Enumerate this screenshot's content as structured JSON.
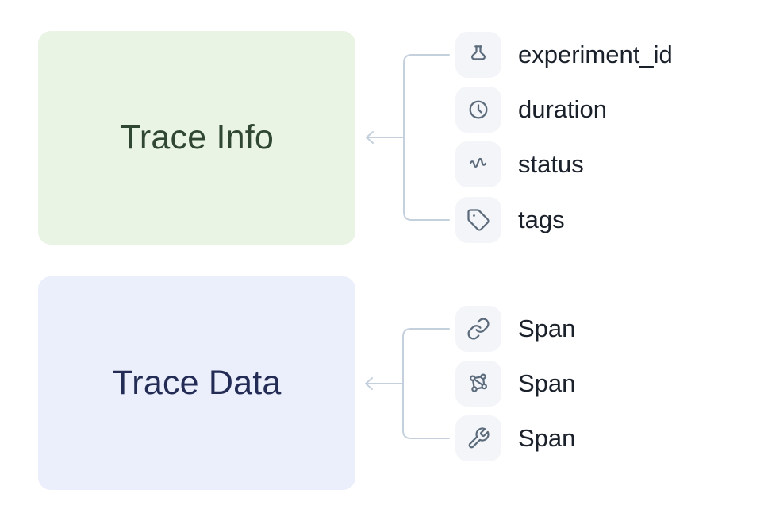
{
  "diagram": {
    "groups": [
      {
        "title": "Trace Info",
        "box_color": "#e9f4e5",
        "title_color": "#2f4733",
        "items": [
          {
            "icon": "flask-icon",
            "label": "experiment_id"
          },
          {
            "icon": "clock-icon",
            "label": "duration"
          },
          {
            "icon": "waveform-icon",
            "label": "status"
          },
          {
            "icon": "tag-icon",
            "label": "tags"
          }
        ]
      },
      {
        "title": "Trace Data",
        "box_color": "#ebeefb",
        "title_color": "#222c55",
        "items": [
          {
            "icon": "link-icon",
            "label": "Span"
          },
          {
            "icon": "network-icon",
            "label": "Span"
          },
          {
            "icon": "wrench-icon",
            "label": "Span"
          }
        ]
      }
    ],
    "colors": {
      "background": "#ffffff",
      "connector": "#c5d0dd",
      "icon_chip_bg": "#f3f5f8",
      "icon_stroke": "#5c6b7c",
      "item_label": "#1b212b"
    }
  }
}
